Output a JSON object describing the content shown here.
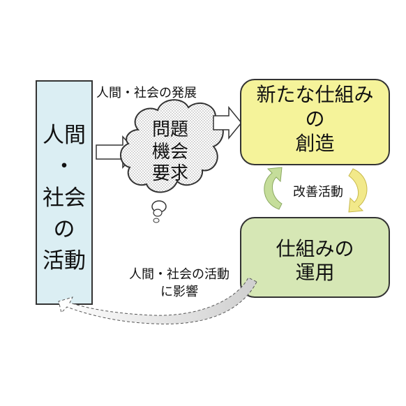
{
  "left_box": {
    "lines": [
      "人間",
      "・",
      "社会",
      "の",
      "活動"
    ]
  },
  "top_arrow_label": "人間・社会の発展",
  "cloud": {
    "lines": [
      "問題",
      "機会",
      "要求"
    ]
  },
  "yellow_box": {
    "lines": [
      "新たな仕組み",
      "の",
      "創造"
    ]
  },
  "cycle_label": "改善活動",
  "green_box": {
    "lines": [
      "仕組みの",
      "運用"
    ]
  },
  "impact_label": {
    "lines": [
      "人間・社会の活動",
      "に影響"
    ]
  },
  "colors": {
    "left_box_fill": "#dbeef3",
    "yellow_box_fill": "#f5f39a",
    "green_box_fill": "#d6e7b5",
    "cycle_arrow_green": "#c5dd9a",
    "cycle_arrow_yellow": "#f2e98a",
    "impact_arrow_fill": "#e0e0e0"
  }
}
